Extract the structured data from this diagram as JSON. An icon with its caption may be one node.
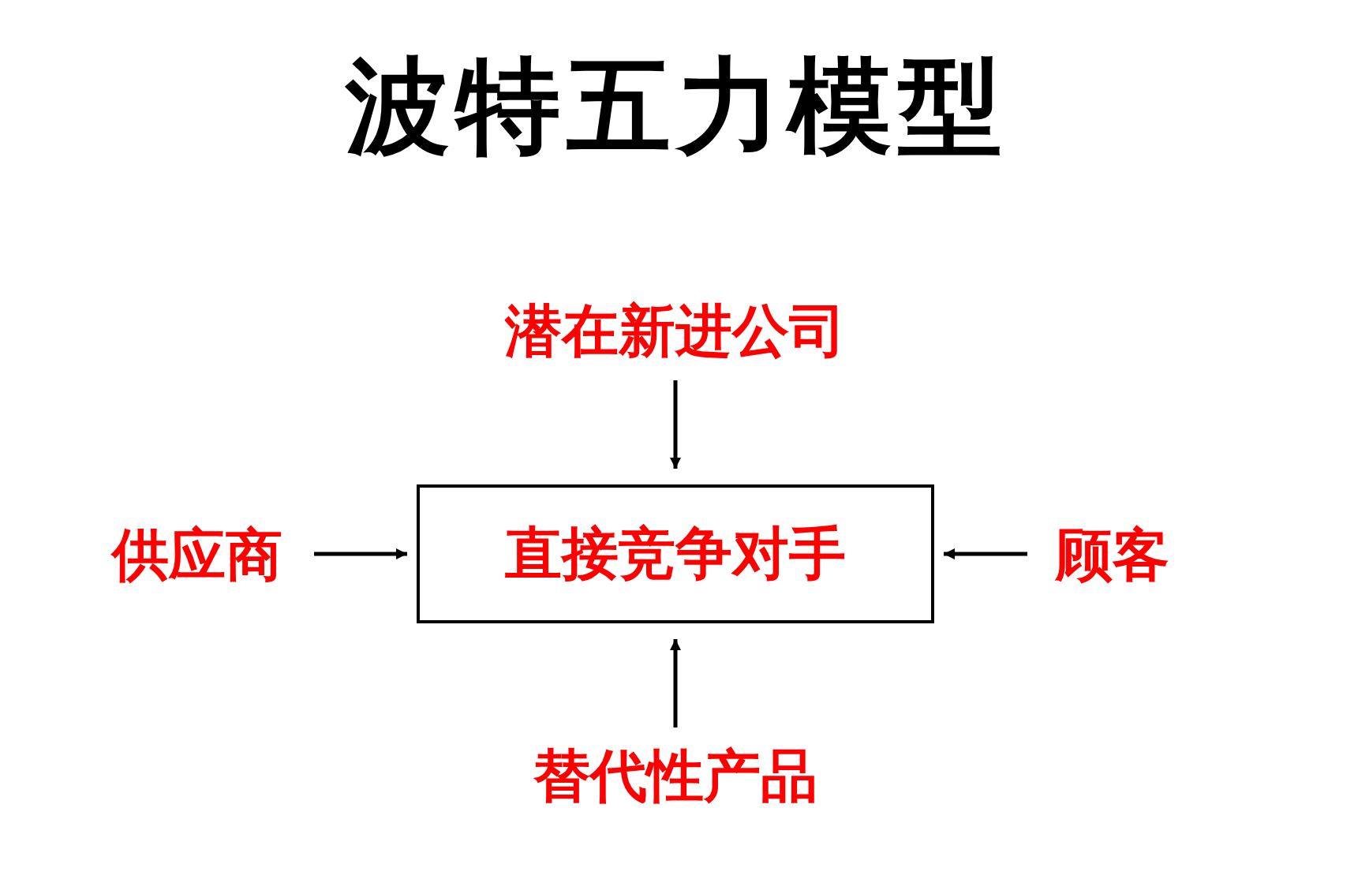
{
  "diagram": {
    "title": "波特五力模型",
    "nodes": [
      {
        "text": [
          "直接竞争对手"
        ]
      },
      {
        "text": [
          "潜在新进公司"
        ]
      },
      {
        "text": [
          "供应商"
        ]
      },
      {
        "text": [
          "顾客"
        ]
      },
      {
        "text": [
          "替代性产品"
        ]
      }
    ],
    "edges": [
      {
        "from": 1,
        "to": 0,
        "arrow": "to"
      },
      {
        "from": 2,
        "to": 0,
        "arrow": "to"
      },
      {
        "from": 3,
        "to": 0,
        "arrow": "to"
      },
      {
        "from": 4,
        "to": 0,
        "arrow": "to"
      }
    ]
  }
}
